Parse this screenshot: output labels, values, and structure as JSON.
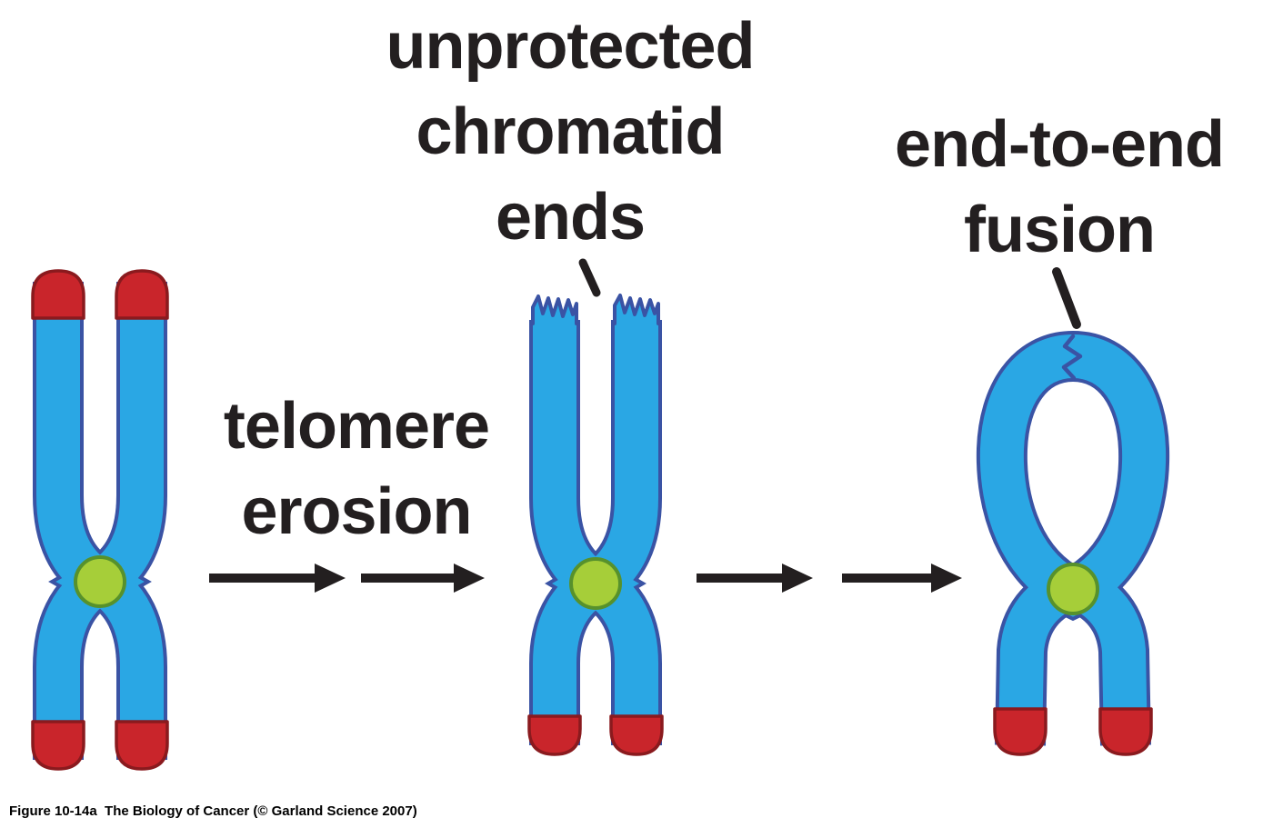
{
  "figure": {
    "caption": "Figure 10-14a  The Biology of Cancer (© Garland Science 2007)"
  },
  "labels": {
    "unprotected_ends": "unprotected\nchromatid\nends",
    "telomere_erosion": "telomere\nerosion",
    "end_to_end_fusion": "end-to-end\nfusion"
  },
  "colors": {
    "chromatid-blue": "#2AA7E4",
    "chromatid-outline": "#3A53A4",
    "telomere-red": "#C9252B",
    "telomere-outline": "#8A1A1E",
    "centromere-green": "#A6CE39",
    "centromere-outline": "#57912C",
    "ink": "#231F20",
    "background": "#FFFFFF"
  }
}
